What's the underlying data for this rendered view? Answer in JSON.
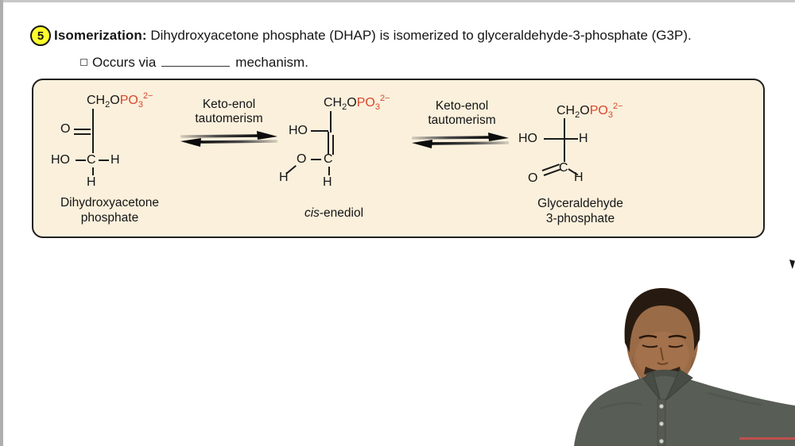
{
  "colors": {
    "phosphate_red": "#d9472b",
    "box_background": "#faf0dc",
    "box_border": "#1f1f1f",
    "step_highlight_yellow": "#ffff2e",
    "shirt_gray_green": "#585d56",
    "collar_dark": "#474c45",
    "skin": "#9a6b47",
    "hair": "#271b11",
    "red_line": "#c0504d"
  },
  "header": {
    "step_number": "5",
    "title": "Isomerization:",
    "description": " Dihydroxyacetone phosphate (DHAP) is isomerized to glyceraldehyde-3-phosphate (G3P).",
    "bullet_text_before": "Occurs via",
    "bullet_text_after": "mechanism."
  },
  "diagram": {
    "phosphate_formula": {
      "black1": "CH",
      "black_sub": "2",
      "black2": "O",
      "red1": "PO",
      "red_sub": "3",
      "charge": "2−"
    },
    "arrow_label_line1": "Keto-enol",
    "arrow_label_line2": "tautomerism",
    "molecules": {
      "dhap": {
        "atom_o": "O",
        "atom_ho": "HO",
        "atom_c": "C",
        "atom_h_right": "H",
        "atom_h_bottom": "H",
        "label_line1": "Dihydroxyacetone",
        "label_line2": "phosphate"
      },
      "enediol": {
        "atom_ho": "HO",
        "atom_o": "O",
        "atom_c": "C",
        "atom_h_left": "H",
        "atom_h_bottom": "H",
        "label_italic": "cis",
        "label_rest": "-enediol"
      },
      "g3p": {
        "atom_ho": "HO",
        "atom_h_right": "H",
        "atom_c": "C",
        "atom_o": "O",
        "atom_h_bottom": "H",
        "label_line1": "Glyceraldehyde",
        "label_line2": "3-phosphate"
      }
    }
  }
}
